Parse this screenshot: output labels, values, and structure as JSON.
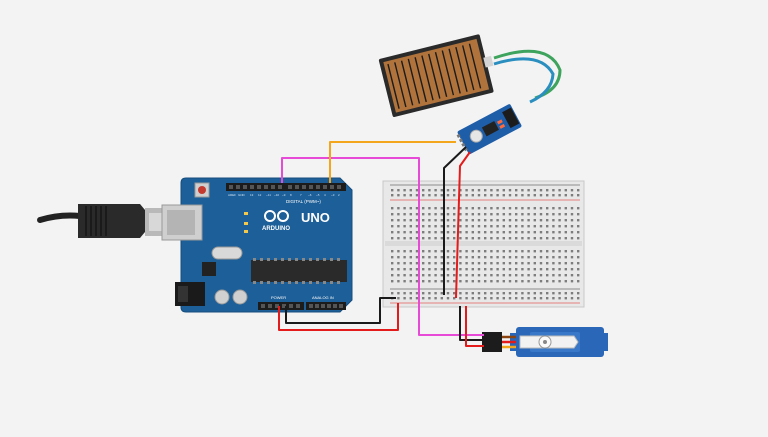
{
  "arduino": {
    "brand": "ARDUINO",
    "model": "UNO",
    "digital_label": "DIGITAL (PWM~)",
    "power_label": "POWER",
    "analog_label": "ANALOG IN"
  },
  "colors": {
    "background": "#f3f3f3",
    "board": "#1d5f98",
    "sensor_plate": "#b0733c",
    "sensor_module": "#1e5da8",
    "servo": "#2a67b8",
    "wire_red": "#e31b1b",
    "wire_black": "#1a1a1a",
    "wire_magenta": "#e64ad6",
    "wire_orange": "#f3a51c",
    "wire_blue": "#2a8fbf",
    "wire_green": "#3da35d"
  }
}
